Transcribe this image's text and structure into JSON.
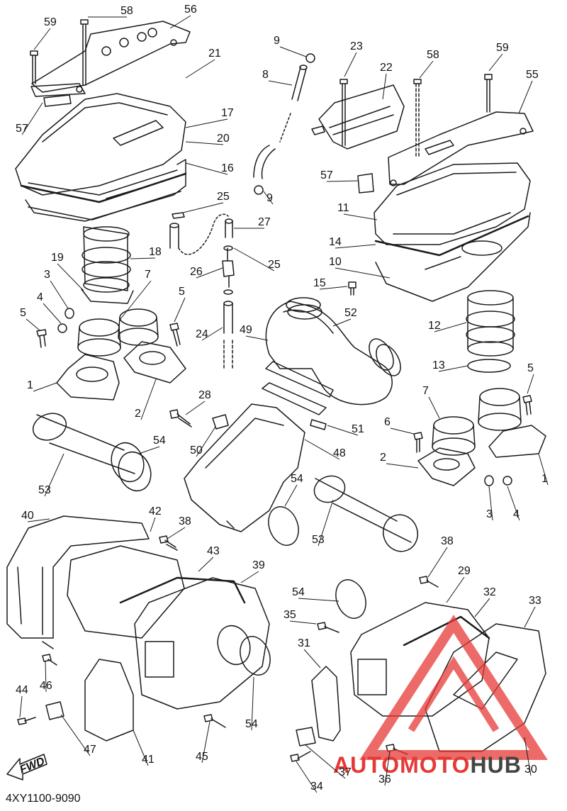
{
  "diagram_code": "4XY1100-9090",
  "fwd_label": "FWD",
  "colors": {
    "line": "#1a1a1a",
    "watermark_red": "#e53935",
    "watermark_dark": "#444444"
  },
  "watermark": {
    "auto": "AUTO",
    "moto": "MOTO",
    "hub": "HUB"
  },
  "callouts": [
    {
      "id": "c59a",
      "text": "59"
    },
    {
      "id": "c58a",
      "text": "58"
    },
    {
      "id": "c56",
      "text": "56"
    },
    {
      "id": "c21",
      "text": "21"
    },
    {
      "id": "c9a",
      "text": "9"
    },
    {
      "id": "c8",
      "text": "8"
    },
    {
      "id": "c23",
      "text": "23"
    },
    {
      "id": "c22",
      "text": "22"
    },
    {
      "id": "c58b",
      "text": "58"
    },
    {
      "id": "c59b",
      "text": "59"
    },
    {
      "id": "c55",
      "text": "55"
    },
    {
      "id": "c57a",
      "text": "57"
    },
    {
      "id": "c17",
      "text": "17"
    },
    {
      "id": "c20",
      "text": "20"
    },
    {
      "id": "c16",
      "text": "16"
    },
    {
      "id": "c9b",
      "text": "9"
    },
    {
      "id": "c57b",
      "text": "57"
    },
    {
      "id": "c25a",
      "text": "25"
    },
    {
      "id": "c27",
      "text": "27"
    },
    {
      "id": "c11",
      "text": "11"
    },
    {
      "id": "c19",
      "text": "19"
    },
    {
      "id": "c18",
      "text": "18"
    },
    {
      "id": "c25b",
      "text": "25"
    },
    {
      "id": "c26",
      "text": "26"
    },
    {
      "id": "c14",
      "text": "14"
    },
    {
      "id": "c10",
      "text": "10"
    },
    {
      "id": "c3a",
      "text": "3"
    },
    {
      "id": "c7a",
      "text": "7"
    },
    {
      "id": "c15",
      "text": "15"
    },
    {
      "id": "c4a",
      "text": "4"
    },
    {
      "id": "c5a",
      "text": "5"
    },
    {
      "id": "c5b",
      "text": "5"
    },
    {
      "id": "c52",
      "text": "52"
    },
    {
      "id": "c12",
      "text": "12"
    },
    {
      "id": "c24",
      "text": "24"
    },
    {
      "id": "c49",
      "text": "49"
    },
    {
      "id": "c13",
      "text": "13"
    },
    {
      "id": "c5c",
      "text": "5"
    },
    {
      "id": "c1a",
      "text": "1"
    },
    {
      "id": "c2a",
      "text": "2"
    },
    {
      "id": "c7b",
      "text": "7"
    },
    {
      "id": "c28",
      "text": "28"
    },
    {
      "id": "c6",
      "text": "6"
    },
    {
      "id": "c51",
      "text": "51"
    },
    {
      "id": "c54a",
      "text": "54"
    },
    {
      "id": "c50",
      "text": "50"
    },
    {
      "id": "c48",
      "text": "48"
    },
    {
      "id": "c2b",
      "text": "2"
    },
    {
      "id": "c1b",
      "text": "1"
    },
    {
      "id": "c53a",
      "text": "53"
    },
    {
      "id": "c54b",
      "text": "54"
    },
    {
      "id": "c40",
      "text": "40"
    },
    {
      "id": "c42",
      "text": "42"
    },
    {
      "id": "c38a",
      "text": "38"
    },
    {
      "id": "c3b",
      "text": "3"
    },
    {
      "id": "c4b",
      "text": "4"
    },
    {
      "id": "c43",
      "text": "43"
    },
    {
      "id": "c39",
      "text": "39"
    },
    {
      "id": "c53b",
      "text": "53"
    },
    {
      "id": "c38b",
      "text": "38"
    },
    {
      "id": "c29",
      "text": "29"
    },
    {
      "id": "c54c",
      "text": "54"
    },
    {
      "id": "c32",
      "text": "32"
    },
    {
      "id": "c33",
      "text": "33"
    },
    {
      "id": "c35",
      "text": "35"
    },
    {
      "id": "c31",
      "text": "31"
    },
    {
      "id": "c46",
      "text": "46"
    },
    {
      "id": "c44",
      "text": "44"
    },
    {
      "id": "c54d",
      "text": "54"
    },
    {
      "id": "c45",
      "text": "45"
    },
    {
      "id": "c47",
      "text": "47"
    },
    {
      "id": "c41",
      "text": "41"
    },
    {
      "id": "c37",
      "text": "37"
    },
    {
      "id": "c36",
      "text": "36"
    },
    {
      "id": "c30",
      "text": "30"
    },
    {
      "id": "c34",
      "text": "34"
    }
  ]
}
